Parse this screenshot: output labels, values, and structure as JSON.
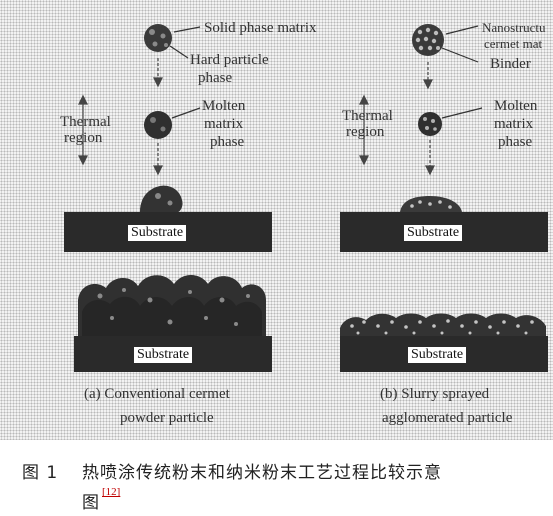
{
  "left_panel": {
    "solid_phase_matrix": "Solid phase matrix",
    "hard_particle_line1": "Hard particle",
    "hard_particle_line2": "phase",
    "thermal_line1": "Thermal",
    "thermal_line2": "region",
    "molten_line1": "Molten",
    "molten_line2": "matrix",
    "molten_line3": "phase",
    "substrate_top": "Substrate",
    "substrate_bottom": "Substrate",
    "caption_line1": "(a) Conventional cermet",
    "caption_line2": "powder particle"
  },
  "right_panel": {
    "nanostruct_line1": "Nanostructu",
    "nanostruct_line2": "cermet mat",
    "binder": "Binder",
    "thermal_line1": "Thermal",
    "thermal_line2": "region",
    "molten_line1": "Molten",
    "molten_line2": "matrix",
    "molten_line3": "phase",
    "substrate_top": "Substrate",
    "substrate_bottom": "Substrate",
    "caption_line1": "(b) Slurry sprayed",
    "caption_line2": "agglomerated particle"
  },
  "figure_caption": {
    "label": "图 1",
    "text": "热喷涂传统粉末和纳米粉末工艺过程比较示意",
    "text_line2": "图",
    "ref": "[12]"
  }
}
